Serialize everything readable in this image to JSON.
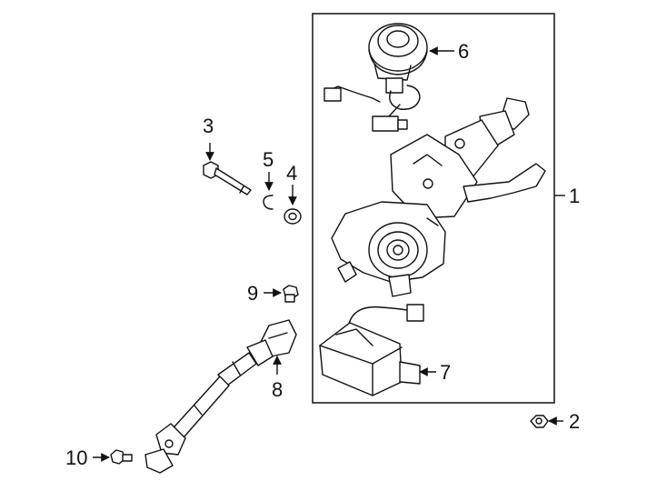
{
  "callouts": {
    "c1": "1",
    "c2": "2",
    "c3": "3",
    "c4": "4",
    "c5": "5",
    "c6": "6",
    "c7": "7",
    "c8": "8",
    "c9": "9",
    "c10": "10"
  },
  "parts": [
    "steering-column-assembly",
    "nut",
    "bolt",
    "washer",
    "clip",
    "clock-spring",
    "control-module",
    "intermediate-shaft",
    "bolt",
    "bolt"
  ]
}
